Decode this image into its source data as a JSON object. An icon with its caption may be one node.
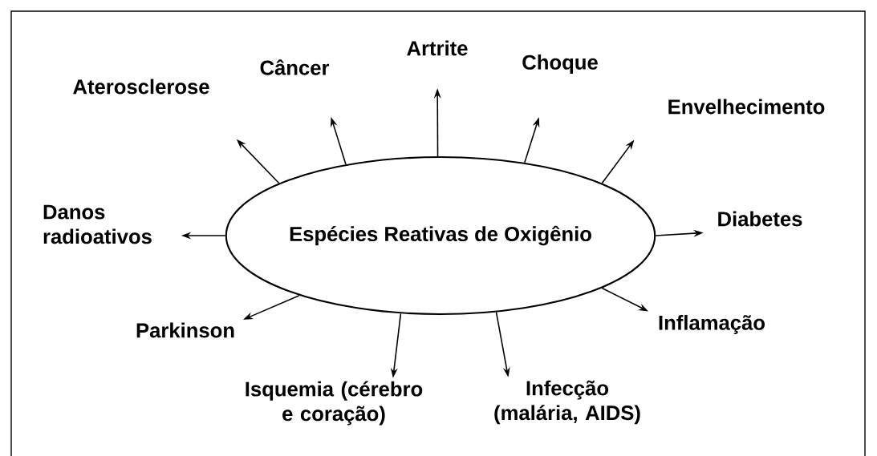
{
  "diagram": {
    "nodes": [
      {
        "text": [
          "Espécies Reativas de Oxigênio"
        ]
      },
      {
        "text": [
          "Artrite"
        ]
      },
      {
        "text": [
          "Câncer"
        ]
      },
      {
        "text": [
          "Choque"
        ]
      },
      {
        "text": [
          "Aterosclerose"
        ]
      },
      {
        "text": [
          "Envelhecimento"
        ]
      },
      {
        "text": [
          "Danos radioativos"
        ]
      },
      {
        "text": [
          "Diabetes"
        ]
      },
      {
        "text": [
          "Parkinson"
        ]
      },
      {
        "text": [
          "Inflamação"
        ]
      },
      {
        "text": [
          "Isquemia (cérebro e coração)"
        ]
      },
      {
        "text": [
          "Infecção (malária, AIDS)"
        ]
      }
    ],
    "edges": [
      {
        "from": 0,
        "to": 1,
        "arrow": "to"
      },
      {
        "from": 0,
        "to": 2,
        "arrow": "to"
      },
      {
        "from": 0,
        "to": 3,
        "arrow": "to"
      },
      {
        "from": 0,
        "to": 4,
        "arrow": "to"
      },
      {
        "from": 0,
        "to": 5,
        "arrow": "to"
      },
      {
        "from": 0,
        "to": 6,
        "arrow": "to"
      },
      {
        "from": 0,
        "to": 7,
        "arrow": "to"
      },
      {
        "from": 0,
        "to": 8,
        "arrow": "to"
      },
      {
        "from": 0,
        "to": 9,
        "arrow": "to"
      },
      {
        "from": 0,
        "to": 10,
        "arrow": "to"
      },
      {
        "from": 0,
        "to": 11,
        "arrow": "to"
      }
    ]
  }
}
